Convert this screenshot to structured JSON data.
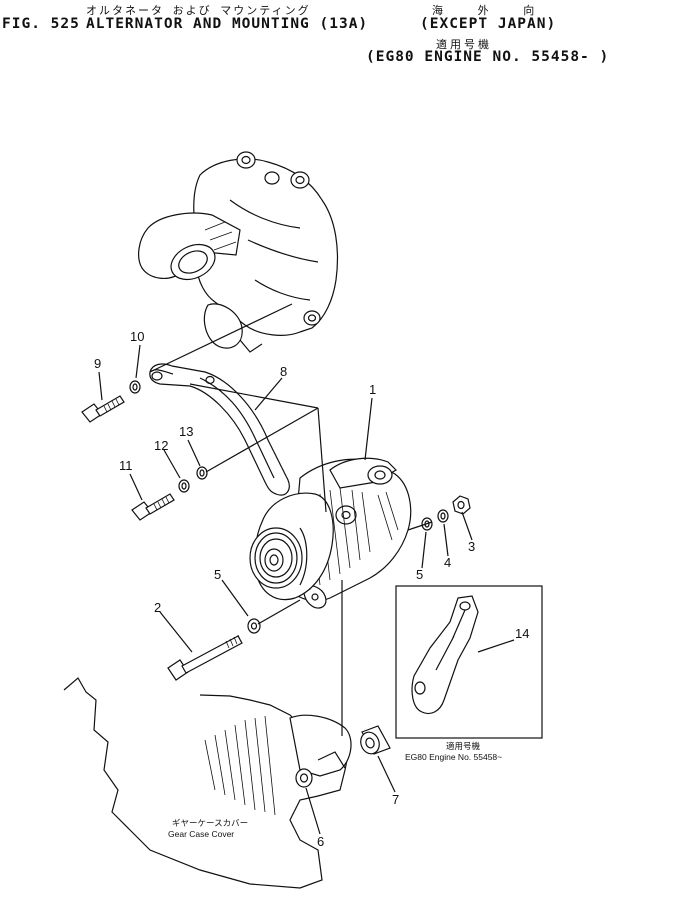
{
  "header": {
    "jp_title": "オルタネータ および マウンティング",
    "jp_overseas": "海 外 向",
    "fig_label": "FIG. 525",
    "title": "ALTERNATOR AND MOUNTING (13A)",
    "except": "(EXCEPT JAPAN)",
    "jp_applicable": "適用号機",
    "applicability": "(EG80 ENGINE NO. 55458- )"
  },
  "callouts": [
    "1",
    "2",
    "3",
    "4",
    "5",
    "5",
    "6",
    "7",
    "8",
    "9",
    "10",
    "11",
    "12",
    "13",
    "14"
  ],
  "inset": {
    "jp_label": "適用号機",
    "applicability": "EG80 Engine No. 55458~"
  },
  "gear_case": {
    "jp_label": "ギヤーケースカバー",
    "label": "Gear Case Cover"
  }
}
